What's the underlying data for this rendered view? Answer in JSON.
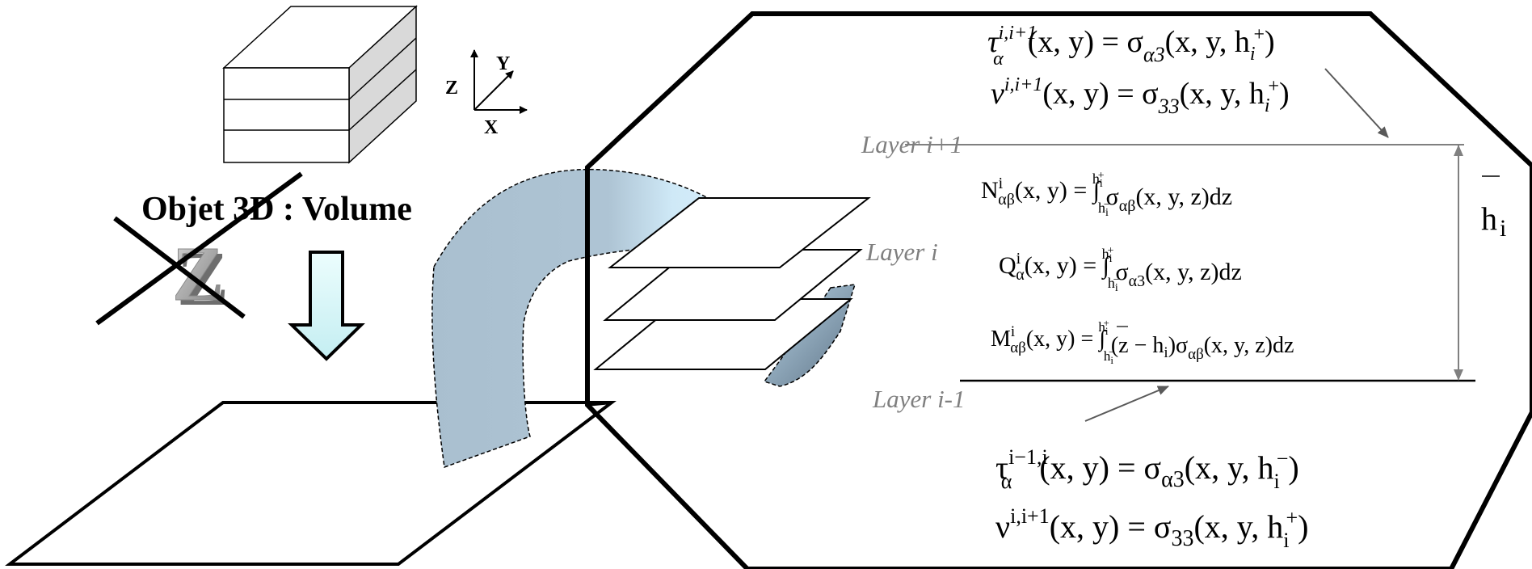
{
  "title_3d": "Objet 3D : Volume",
  "axes": {
    "z": "Z",
    "y": "Y",
    "x": "X"
  },
  "crossed_z_glyph": "Z",
  "layers": {
    "upper": "Layer i+1",
    "middle": "Layer i",
    "lower": "Layer i-1"
  },
  "thickness": {
    "symbol": "h",
    "subscript": "i"
  },
  "equations": {
    "top_tau": {
      "lhs": "τ",
      "sup": "i,i+1",
      "sub": "α",
      "args": "(x, y) = σ",
      "rsub": "α3",
      "rargs": "(x, y, h",
      "rsub2": "i",
      "rsup2": "+",
      "close": ")"
    },
    "top_nu": {
      "lhs": "ν",
      "sup": "i,i+1",
      "args": "(x, y) = σ",
      "rsub": "33",
      "rargs": "(x, y, h",
      "rsub2": "i",
      "rsup2": "+",
      "close": ")"
    },
    "N": {
      "lhs": "N",
      "sup": "i",
      "sub": "αβ",
      "mid": "(x, y) = ∫",
      "lo": "h",
      "losub": "i",
      "losup": "−",
      "hi": "h",
      "hisub": "i",
      "hisup": "+",
      "body": "σ",
      "bsub": "αβ",
      "tail": "(x, y, z)dz"
    },
    "Q": {
      "lhs": "Q",
      "sup": "i",
      "sub": "α",
      "mid": "(x, y) = ∫",
      "lo": "h",
      "losub": "i",
      "losup": "−",
      "hi": "h",
      "hisub": "i",
      "hisup": "+",
      "body": "σ",
      "bsub": "α3",
      "tail": "(x, y, z)dz"
    },
    "M": {
      "lhs": "M",
      "sup": "i",
      "sub": "αβ",
      "mid": "(x, y) = ∫",
      "lo": "h",
      "losub": "i",
      "losup": "−",
      "hi": "h",
      "hisub": "i",
      "hisup": "+",
      "body": "(z − h",
      "bodysub": "i",
      "body2": ")σ",
      "bsub": "αβ",
      "tail": "(x, y, z)dz"
    },
    "bot_tau": {
      "lhs": "τ",
      "sup": "i−1,i",
      "sub": "α",
      "args": "(x, y) = σ",
      "rsub": "α3",
      "rargs": "(x, y, h",
      "rsub2": "i",
      "rsup2": "−",
      "close": ")"
    },
    "bot_nu": {
      "lhs": "ν",
      "sup": "i,i+1",
      "args": "(x, y) = σ",
      "rsub": "33",
      "rargs": "(x, y, h",
      "rsub2": "i",
      "rsup2": "+",
      "close": ")"
    }
  },
  "colors": {
    "shell_fill": "#a7bccd",
    "shell_highlight": "#cfe9f7",
    "arrow_fill": "#d8f6f8",
    "box_side": "#d9d9d9",
    "grey_line": "#808080",
    "z_shadow": "#7a7a7a"
  }
}
